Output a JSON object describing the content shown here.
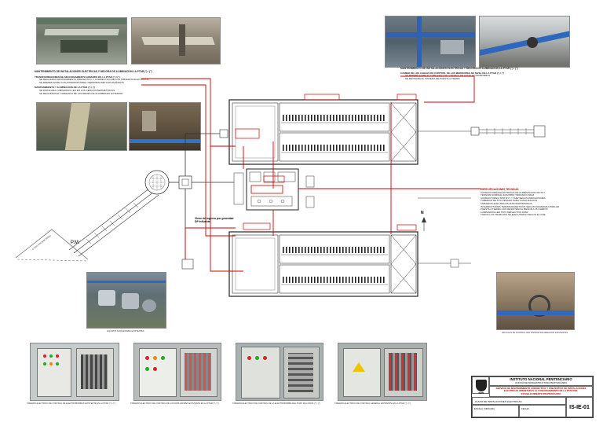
{
  "drawing": {
    "sheet_code": "IS-IE-01",
    "north_label": "N"
  },
  "plan_labels": {
    "gravity_fed": "Viene de ingreso por gravedad",
    "gravity_fed_2": "DP Influente",
    "pm_label": "P.M.",
    "neighbor_label": "OTRO PROPIETARIO"
  },
  "notes": {
    "left_heading": "MANTENIMIENTO DE INSTALACIONES ELECTRICAS Y MEJORA DE ILUMINACION LA PTAR (°) / (°)",
    "right_heading": "MANTENIMIENTO DE INSTALACIONES ELECTRICAS Y MEJORA DE ILUMINACION LA PTAR (°) / (°)",
    "mid_heading": "ESPECIFICACIONES TECNICAS",
    "left_block_lines": [
      "TRANSFORMADORES DE SECCIONAMIENTO ARMARIO DE LA PTAR (°) / (°)",
      "SE REALIZARA MANTENIMIENTO PREVENTIVO Y CORRECTIVO DE LOS TABLEROS ELECTRICOS",
      "SE REEMPLAZARA LOS INTERRUPTORES TERMOMAGNETICOS DAÑADOS"
    ],
    "left_block_lines_2": [
      "MANTENIMIENTO Y ILUMINACION DE LA PTAR (°) / (°)",
      "SE INSTALARA LUMINARIAS LED EN LOS CERCOS PERIMETRICOS",
      "SE REALIZARA EL CABLEADO DE LAS REDES DE ALUMBRADO EXTERIOR"
    ],
    "right_block_lines": [
      "CAMBIO DE LOS CABLES DE CONTROL DE LOS MEDIDORES DE NIVEL DE LA PTAR (°) / (°)",
      "SE REEMPLAZARA EL CABLEADO DE CONTROL DE LAS ELECTROBOMBAS",
      "SE REVISARA EL SISTEMA DE PUESTA A TIERRA"
    ],
    "spec_lines": [
      "CONDUCTORES ELECTRICOS DE ALIMENTACION EN B.T.",
      "TENSION NOMINAL 220V/380V TRIFASICO 60HZ",
      "CONDUCTORES TIPO NYY Y THW SEGUN INDICACIONES",
      "TUBERIAS DE PVC PESADO PARA CANALIZACION",
      "TABLEROS ELECTRICOS AUTOSOPORTADOS",
      "INTERRUPTORES TERMOMAGNETICOS SEGUN DIAGRAMA UNIFILAR",
      "PUESTA A TIERRA CON RESISTENCIA MENOR A 15 OHMIOS",
      "LUMINARIAS LED TIPO REFLECTOR 100W",
      "TODOS LOS TRABAJOS SE EJECUTARAN SEGUN EL CNE"
    ]
  },
  "photo_captions": [
    "TABLERO ELECTRICO DE CONTROL DE ELECTROBOMBAS EXISTENTE EN LA PTAR (°) / (°)",
    "TABLERO ELECTRICO DE CONTROL DE LOS SOPLADORES EXISTENTE EN LA PTAR (°) / (°)",
    "TABLERO ELECTRICO DE CONTROL DE LA ELECTROBOMBA DEL POZO DE LODOS (°) / (°)",
    "TABLERO ELECTRICO DE CONTROL GENERAL EXISTENTE EN LA PTAR (°) / (°)"
  ],
  "photo_captions_mid": {
    "sopladores": "EQUIPOS SOPLADORES EXISTENTES",
    "valvulas": "VALVULAS DE CONTROL DEL SISTEMA DE AIREACION EXISTENTES"
  },
  "title_block": {
    "institution": "INSTITUTO NACIONAL PENITENCIARIO",
    "institution_sub": "OFICINA DE INFRAESTRUCTURA PENITENCIARIA",
    "project": "SERVICIO DE MANTENIMIENTO CORRECTIVO Y PREVENTIVO DE INSTALACIONES ELECTRICAS ORIENTADAS AL FUNCIONAMIENTO DE LA PTAR DEL ESTABLECIMIENTO PENITENCIARIO",
    "plan_title": "PLANO DE INSTALACIONES ELECTRICAS",
    "scale": "ESCALA: INDICADA",
    "date": "FECHA:",
    "logo_text": "INPE"
  }
}
